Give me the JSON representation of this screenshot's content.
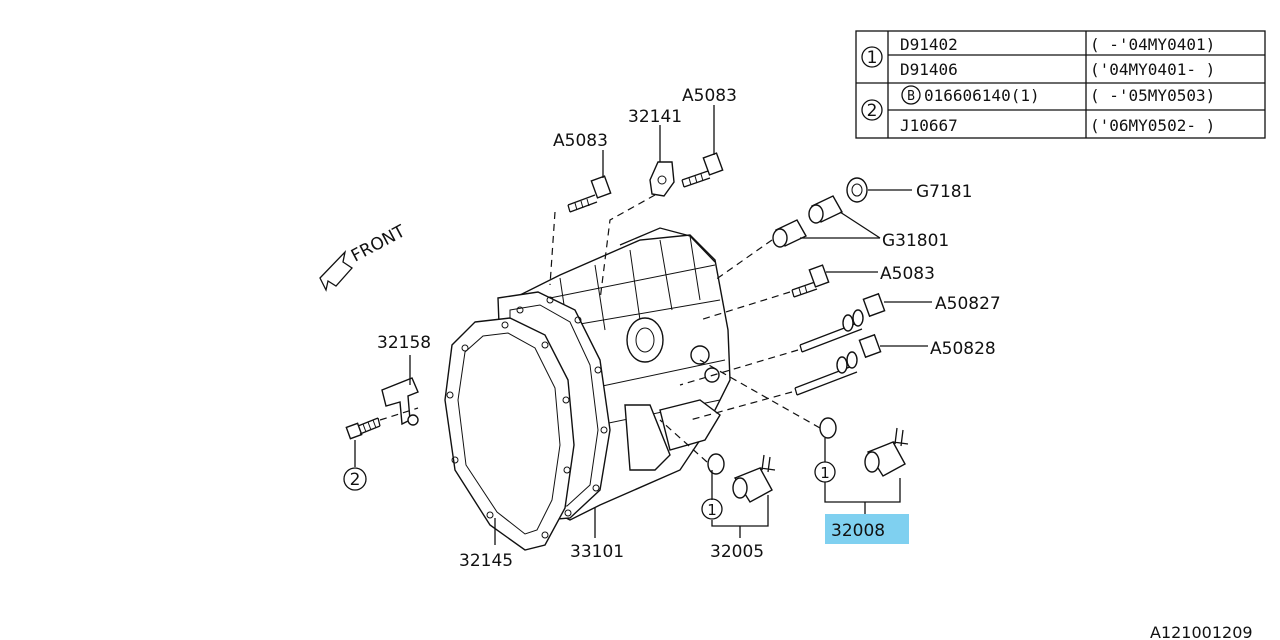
{
  "legend_table": {
    "rows": [
      {
        "ref": "1",
        "part": "D91402",
        "range": "( -'04MY0401)"
      },
      {
        "ref": "",
        "part": "D91406",
        "range": "('04MY0401- )"
      },
      {
        "ref": "2",
        "prefix": "B",
        "part": "016606140(1)",
        "range": "( -'05MY0503)"
      },
      {
        "ref": "",
        "part": "J10667",
        "range": "('06MY0502- )"
      }
    ]
  },
  "front_label": "FRONT",
  "callouts": {
    "a5083_left": "A5083",
    "p32141": "32141",
    "a5083_top": "A5083",
    "g7181": "G7181",
    "g31801": "G31801",
    "a5083_mid": "A5083",
    "a50827": "A50827",
    "a50828": "A50828",
    "p32158": "32158",
    "ref2": "2",
    "p32145": "32145",
    "p33101": "33101",
    "ref1_a": "1",
    "p32005": "32005",
    "ref1_b": "1",
    "p32008": "32008"
  },
  "highlighted_part": "32008",
  "colors": {
    "highlight": "#7fd0f0",
    "line": "#111111"
  },
  "diagram_id": "A121001209"
}
